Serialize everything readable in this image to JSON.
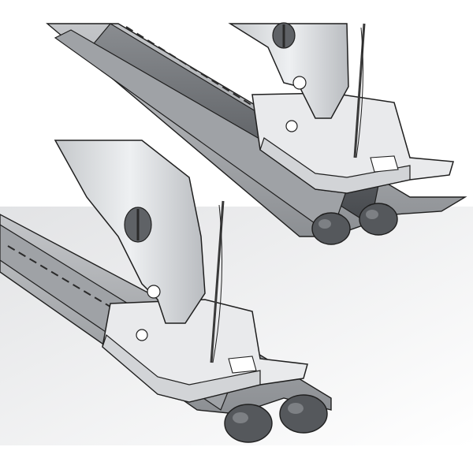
{
  "figure": {
    "subject": "sewing-machine-presser-foot-piping",
    "views": [
      {
        "id": "upper-view",
        "parts": [
          "fabric-strip",
          "piping-cords",
          "stitch-line",
          "presser-foot",
          "foot-shank",
          "needle",
          "thread"
        ]
      },
      {
        "id": "lower-view",
        "parts": [
          "fabric-strip",
          "piping-cords",
          "stitch-line",
          "presser-foot",
          "foot-shank",
          "needle",
          "thread"
        ]
      }
    ],
    "colors": {
      "outline": "#1f1f1f",
      "fabric": "#a9abae",
      "fabric_shadow": "#7d8084",
      "cord": "#55585c",
      "metal": "#d4d6d9",
      "metal_light": "#eef0f2",
      "foot_plastic": "#e9eaec",
      "background_lower": "#e6e7e9"
    }
  }
}
